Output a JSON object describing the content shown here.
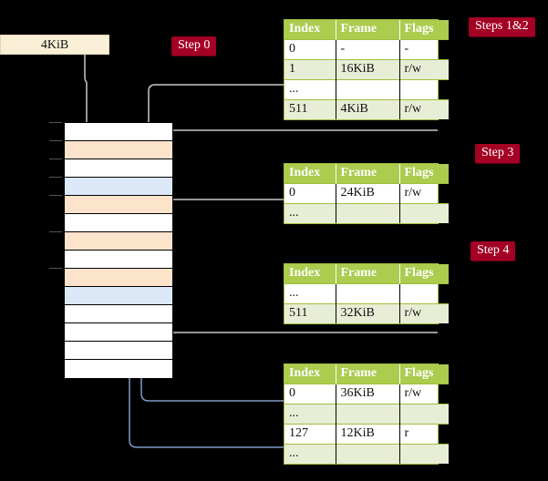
{
  "diagram": {
    "title": "Multi-level page table walk",
    "background_color": "#000000"
  },
  "labels": {
    "steps_1_2": "Steps 1&2",
    "step_0": "Step 0",
    "step_3": "Step 3",
    "step_4": "Step 4"
  },
  "virtual_address": {
    "value": "4KiB"
  },
  "columns": {
    "index": "Index",
    "frame": "Frame",
    "flags": "Flags"
  },
  "tables": [
    {
      "name": "level-4-table",
      "rows": [
        {
          "index": "0",
          "frame": "-",
          "flags": "-",
          "alt": false,
          "highlight": false
        },
        {
          "index": "1",
          "frame": "16KiB",
          "flags": "r/w",
          "alt": true,
          "highlight": false
        },
        {
          "index": "...",
          "frame": "",
          "flags": "",
          "alt": false,
          "highlight": false
        },
        {
          "index": "511",
          "frame": "4KiB",
          "flags": "r/w",
          "alt": true,
          "highlight": true
        }
      ]
    },
    {
      "name": "level-3-table",
      "rows": [
        {
          "index": "0",
          "frame": "24KiB",
          "flags": "r/w",
          "alt": false,
          "highlight": false
        },
        {
          "index": "...",
          "frame": "",
          "flags": "",
          "alt": true,
          "highlight": false
        }
      ]
    },
    {
      "name": "level-2-table",
      "rows": [
        {
          "index": "...",
          "frame": "",
          "flags": "",
          "alt": false,
          "highlight": false
        },
        {
          "index": "511",
          "frame": "32KiB",
          "flags": "r/w",
          "alt": true,
          "highlight": false
        }
      ]
    },
    {
      "name": "level-1-table",
      "rows": [
        {
          "index": "0",
          "frame": "36KiB",
          "flags": "r/w",
          "alt": false,
          "highlight": false
        },
        {
          "index": "...",
          "frame": "",
          "flags": "",
          "alt": true,
          "highlight": false
        },
        {
          "index": "127",
          "frame": "12KiB",
          "flags": "r",
          "alt": false,
          "highlight": false
        },
        {
          "index": "...",
          "frame": "",
          "flags": "",
          "alt": true,
          "highlight": false
        }
      ]
    }
  ],
  "memory_cells": [
    {
      "fill": "white"
    },
    {
      "fill": "orange"
    },
    {
      "fill": "white"
    },
    {
      "fill": "blue"
    },
    {
      "fill": "orange"
    },
    {
      "fill": "white"
    },
    {
      "fill": "orange"
    },
    {
      "fill": "white"
    },
    {
      "fill": "orange"
    },
    {
      "fill": "blue"
    },
    {
      "fill": "white"
    },
    {
      "fill": "white"
    },
    {
      "fill": "white"
    },
    {
      "fill": "white"
    }
  ],
  "colors": {
    "label_bg": "#A40024",
    "table_header": "#ABCC4F",
    "table_alt_row": "#E8EDD6",
    "highlight": "#FBF79E",
    "mem_orange": "#FCE3CC",
    "mem_blue": "#DCE8F7",
    "vaddr_bg": "#FAF0D7",
    "wire_gray": "#BFBFBF",
    "wire_blue": "#7D9AC4"
  }
}
